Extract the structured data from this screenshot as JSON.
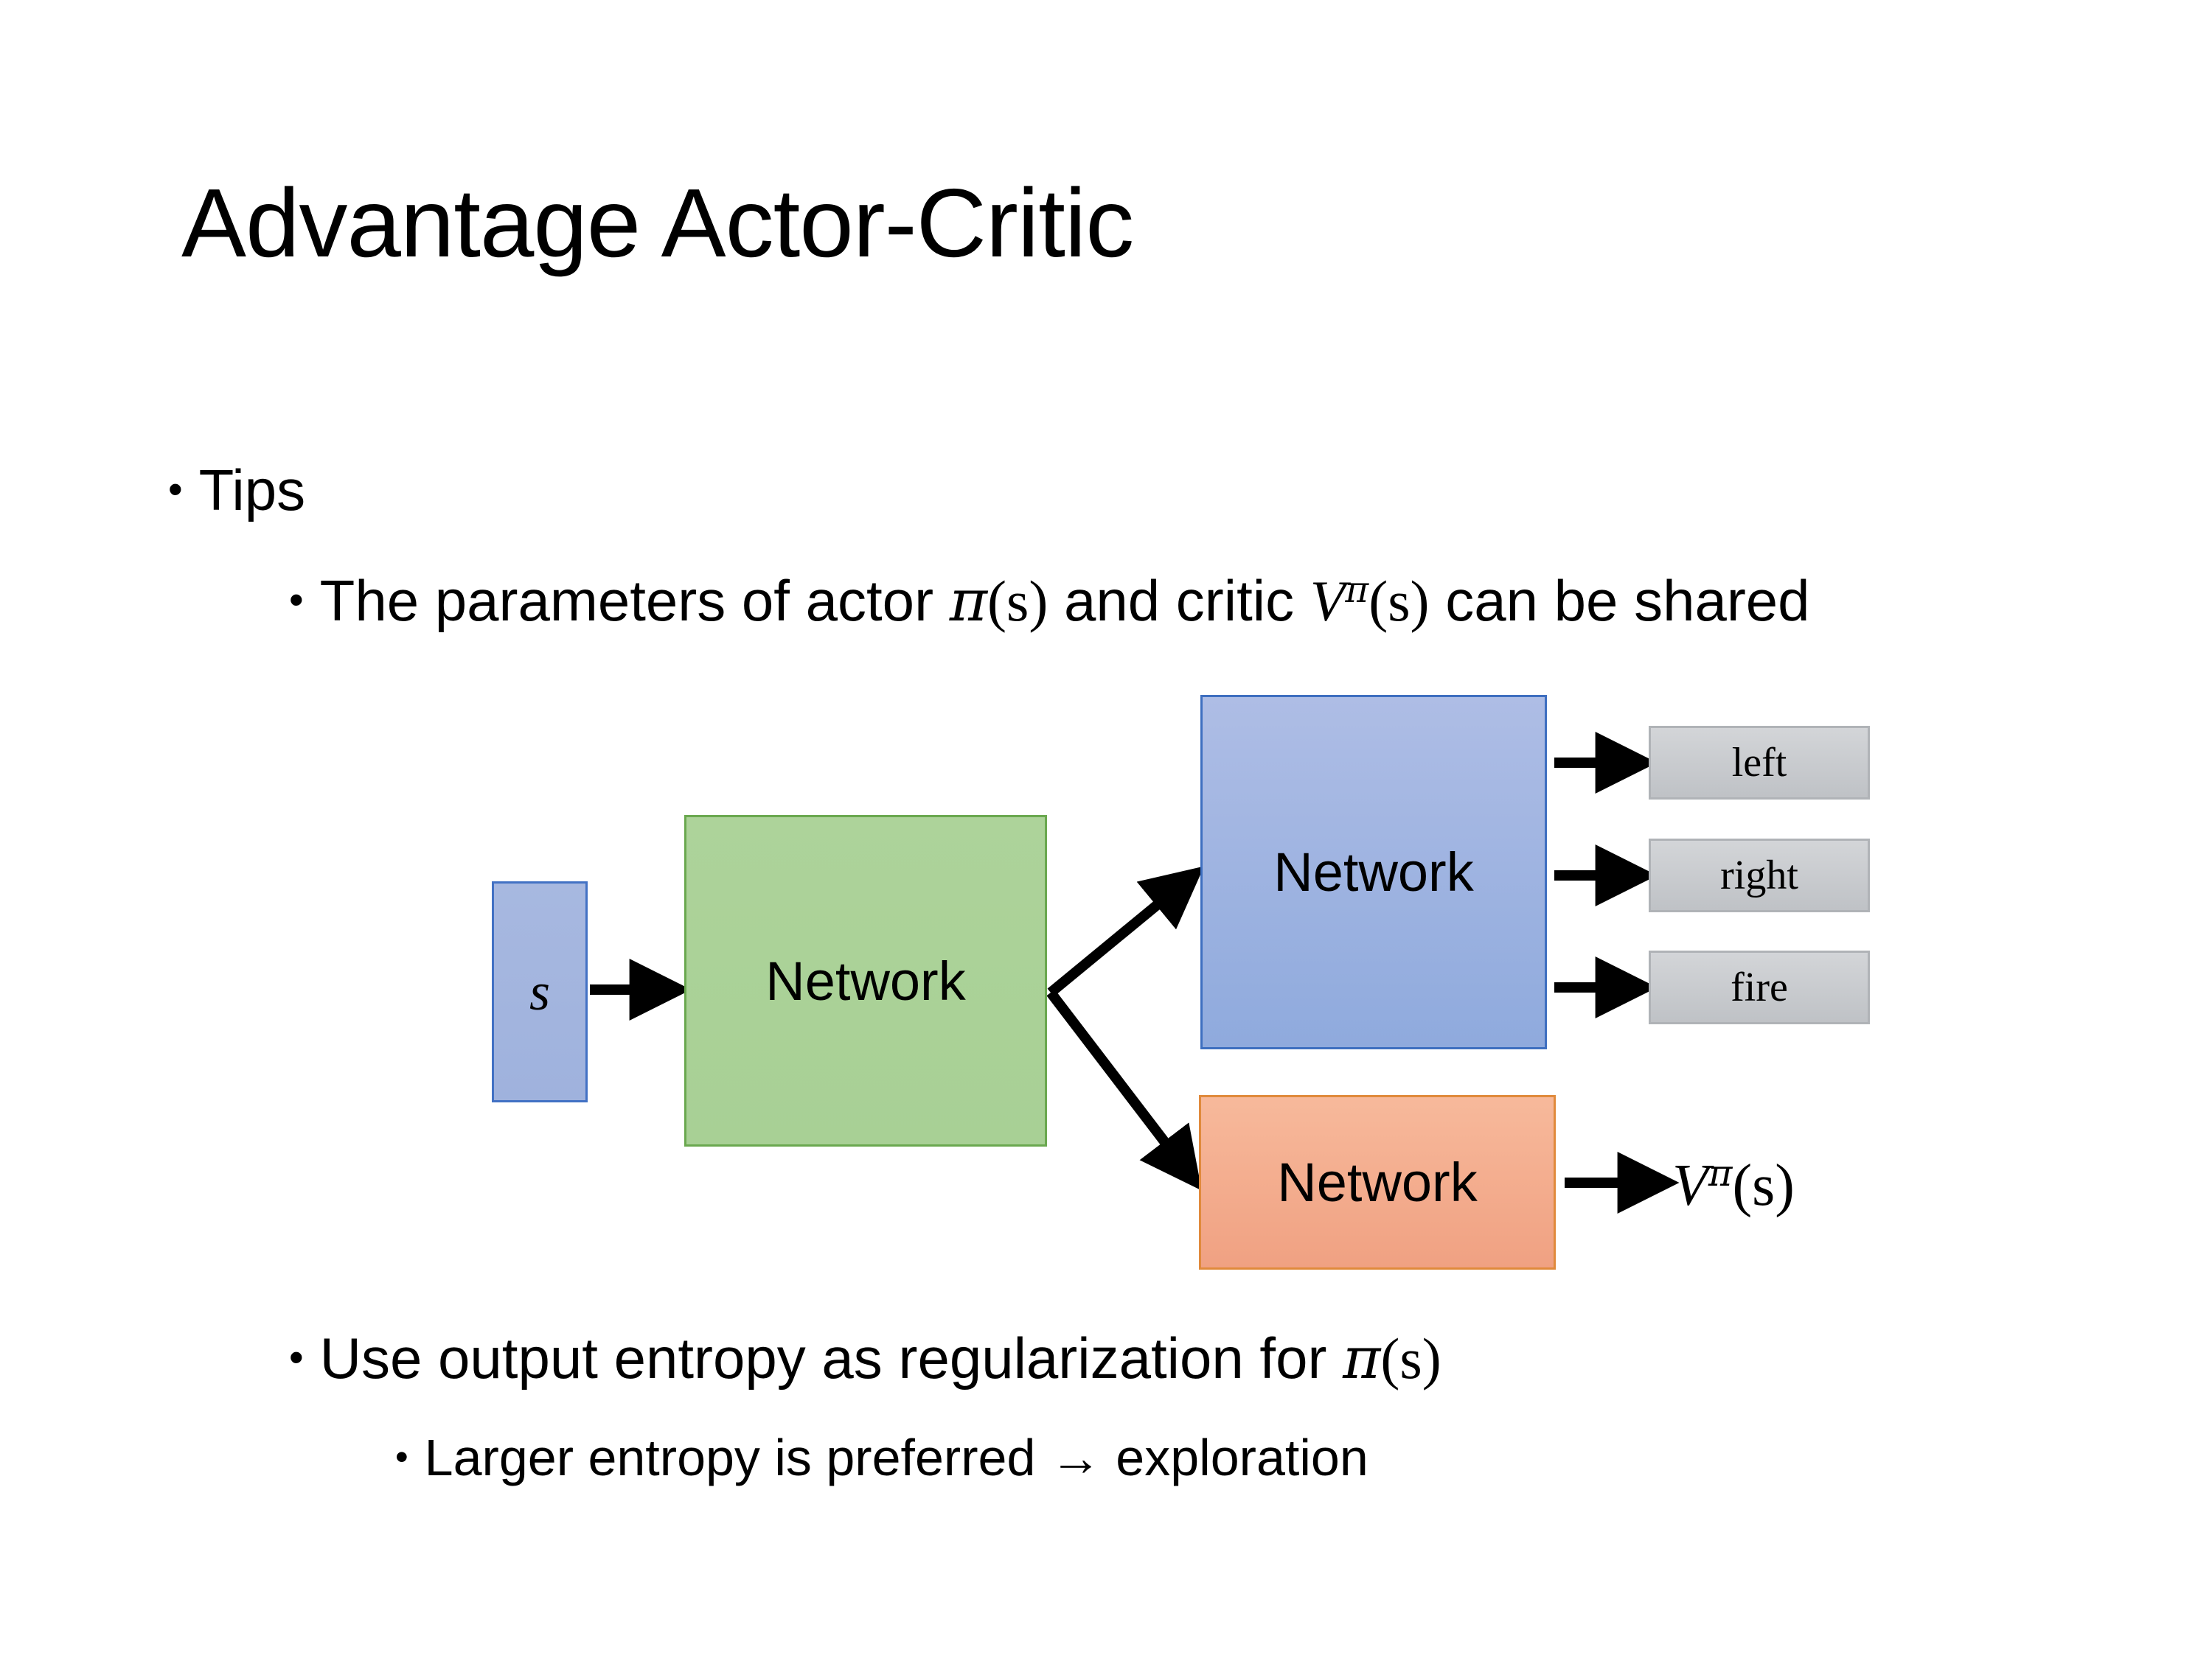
{
  "slide": {
    "title": "Advantage Actor-Critic",
    "bullet_marker": "•"
  },
  "bullets": {
    "tips": "Tips",
    "params_pre": "The parameters of actor ",
    "params_actor_pi": "π",
    "params_actor_args": "(s)",
    "params_mid": "  and critic ",
    "params_critic_v": "V",
    "params_critic_sup": "π",
    "params_critic_args": "(s)",
    "params_tail": "can be shared",
    "entropy_pre": "Use output entropy as regularization for ",
    "entropy_pi": "π",
    "entropy_args": "(s)",
    "larger": "Larger entropy is preferred → exploration"
  },
  "diagram": {
    "state_label": "s",
    "shared_network_label": "Network",
    "actor_network_label": "Network",
    "critic_network_label": "Network",
    "actions": [
      {
        "label": "left"
      },
      {
        "label": "right"
      },
      {
        "label": "fire"
      }
    ],
    "value_output_v": "V",
    "value_output_sup": "π",
    "value_output_args": "(s)"
  },
  "colors": {
    "state_fill": "#a3b4dd",
    "state_border": "#4271c4",
    "shared_fill": "#abd39a",
    "shared_border": "#6aa84f",
    "actor_fill": "#9db0e1",
    "actor_border": "#3e6fc0",
    "critic_fill": "#f4ae91",
    "critic_border": "#e08a3c",
    "action_fill": "#c8cbce",
    "action_border": "#b0b3b7",
    "text": "#000000",
    "background": "#ffffff"
  }
}
